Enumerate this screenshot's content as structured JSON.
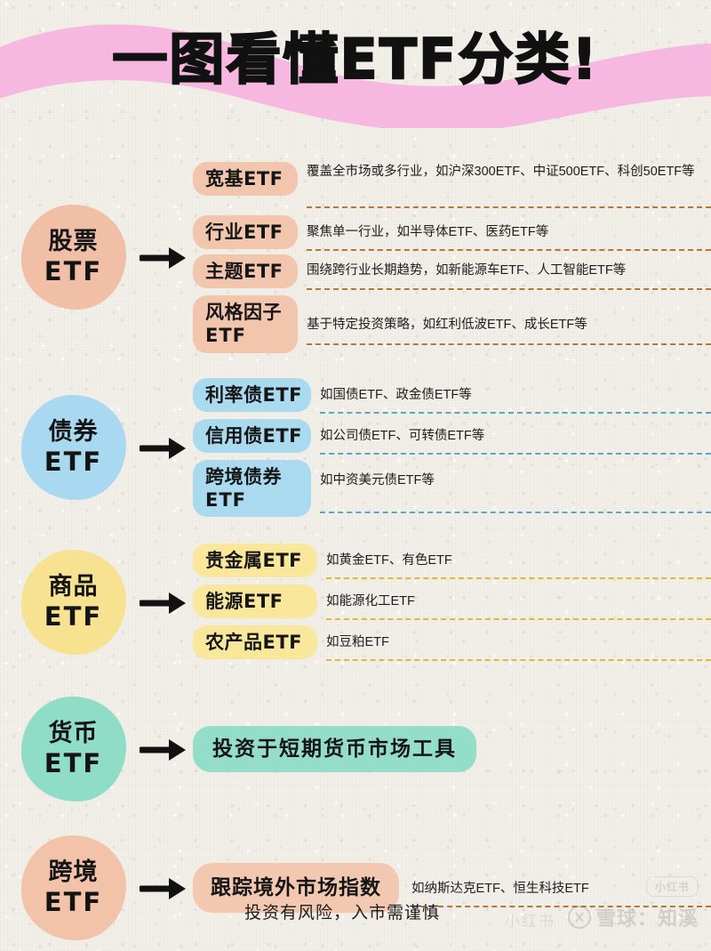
{
  "header": {
    "title": "一图看懂ETF分类!",
    "wave_color": "#f6b8e0",
    "title_color": "#111111"
  },
  "sections": [
    {
      "key": "stock",
      "blob_line1": "股票",
      "blob_line2": "ETF",
      "color": "#f0bfa6",
      "pill_color": "#f2c5ad",
      "divider_color": "#b07a3c",
      "rows": [
        {
          "pill_line1": "宽基ETF",
          "pill_line2": "",
          "desc": "覆盖全市场或多行业，如沪深300ETF、中证500ETF、科创50ETF等"
        },
        {
          "pill_line1": "行业ETF",
          "pill_line2": "",
          "desc": "聚焦单一行业，如半导体ETF、医药ETF等"
        },
        {
          "pill_line1": "主题ETF",
          "pill_line2": "",
          "desc": "围绕跨行业长期趋势，如新能源车ETF、人工智能ETF等"
        },
        {
          "pill_line1": "风格因子",
          "pill_line2": "ETF",
          "desc": "基于特定投资策略，如红利低波ETF、成长ETF等"
        }
      ]
    },
    {
      "key": "bond",
      "blob_line1": "债券",
      "blob_line2": "ETF",
      "color": "#a8d9f0",
      "pill_color": "#a9daf0",
      "divider_color": "#57a8c4",
      "rows": [
        {
          "pill_line1": "利率债ETF",
          "pill_line2": "",
          "desc": "如国债ETF、政金债ETF等"
        },
        {
          "pill_line1": "信用债ETF",
          "pill_line2": "",
          "desc": "如公司债ETF、可转债ETF等"
        },
        {
          "pill_line1": "跨境债券",
          "pill_line2": "ETF",
          "desc": "如中资美元债ETF等"
        }
      ]
    },
    {
      "key": "commodity",
      "blob_line1": "商品",
      "blob_line2": "ETF",
      "color": "#f7e291",
      "pill_color": "#f9e79c",
      "divider_color": "#ddbb3a",
      "rows": [
        {
          "pill_line1": "贵金属ETF",
          "pill_line2": "",
          "desc": "如黄金ETF、有色ETF"
        },
        {
          "pill_line1": "能源ETF",
          "pill_line2": "",
          "desc": "如能源化工ETF"
        },
        {
          "pill_line1": "农产品ETF",
          "pill_line2": "",
          "desc": "如豆粕ETF"
        }
      ]
    },
    {
      "key": "money",
      "blob_line1": "货币",
      "blob_line2": "ETF",
      "color": "#8fdcc7",
      "pill_color": "#93ddc9",
      "divider_color": "#b07a3c",
      "rows": [
        {
          "pill_line1": "投资于短期货币市场工具",
          "pill_line2": "",
          "desc": ""
        }
      ]
    },
    {
      "key": "cross",
      "blob_line1": "跨境",
      "blob_line2": "ETF",
      "color": "#f2c3a9",
      "pill_color": "#f3c8b0",
      "divider_color": "#b07a3c",
      "rows": [
        {
          "pill_line1": "跟踪境外市场指数",
          "pill_line2": "",
          "desc": "如纳斯达克ETF、恒生科技ETF"
        }
      ]
    }
  ],
  "footer": {
    "disclaimer": "投资有风险，入市需谨慎",
    "watermark_text": "雪球：知溪",
    "watermark_badge": "小红书",
    "watermark_secondary": "小红书"
  }
}
